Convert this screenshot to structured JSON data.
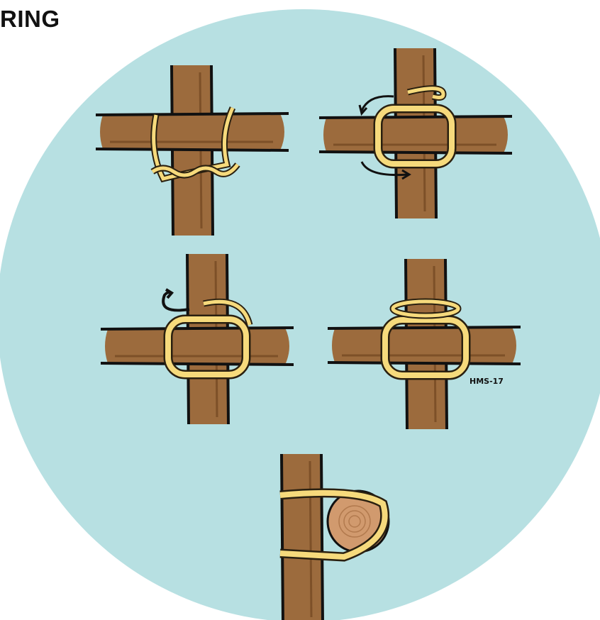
{
  "title": "RING",
  "signature": "HMS-17",
  "colors": {
    "background": "#ffffff",
    "circle": "#b7e0e2",
    "wood": "#9c6b3d",
    "wood_shadow": "#7d5028",
    "wood_end": "#d19a6e",
    "rope": "#f6da7c",
    "rope_outline": "#2a2010",
    "ink": "#111111"
  },
  "steps": [
    {
      "name": "start-clove-hitch",
      "arrows": []
    },
    {
      "name": "wrapping-turns",
      "arrows": [
        "curved-arrow-icon",
        "curved-arrow-icon"
      ]
    },
    {
      "name": "frapping-turns",
      "arrows": [
        "curved-arrow-icon"
      ]
    },
    {
      "name": "finish-hitch",
      "arrows": []
    },
    {
      "name": "side-view-lashing",
      "arrows": []
    }
  ]
}
